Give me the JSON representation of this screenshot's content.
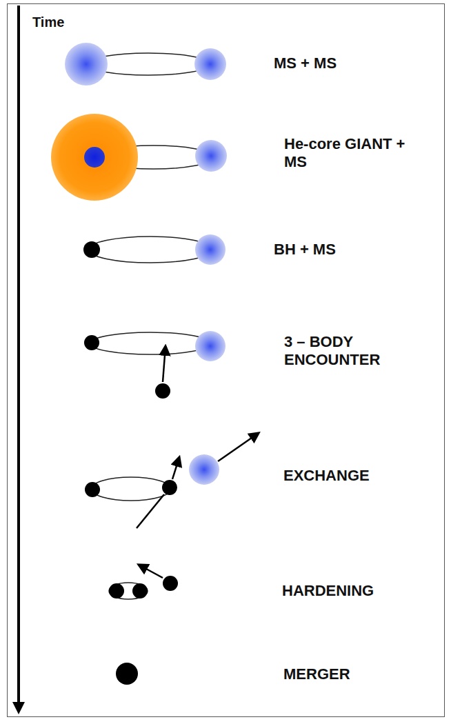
{
  "diagram": {
    "labels": [
      "Time",
      "MS + MS",
      "He-core GIANT + MS",
      "BH + MS",
      "3 – BODY ENCOUNTER",
      "EXCHANGE",
      "HARDENING",
      "MERGER"
    ]
  }
}
